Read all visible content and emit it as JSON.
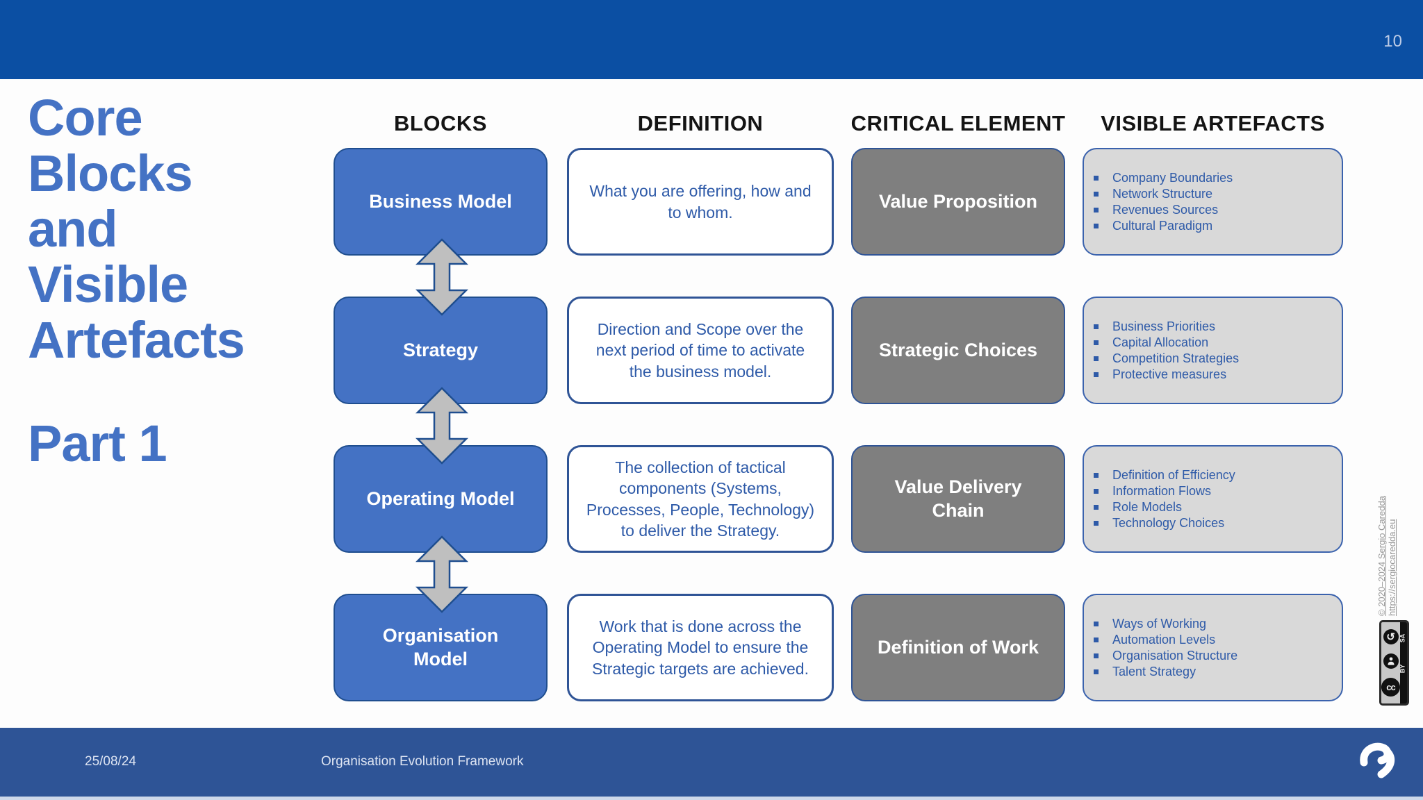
{
  "page_number": "10",
  "header": {
    "title_lines": [
      "Core",
      "Blocks",
      "and",
      "Visible",
      "Artefacts"
    ],
    "part": "Part 1"
  },
  "columns": {
    "blocks": "BLOCKS",
    "definition": "DEFINITION",
    "critical": "CRITICAL ELEMENT",
    "artefacts": "VISIBLE ARTEFACTS"
  },
  "rows": [
    {
      "block": "Business Model",
      "definition": "What you are offering, how and to whom.",
      "critical": "Value Proposition",
      "artefacts": [
        "Company Boundaries",
        "Network Structure",
        "Revenues Sources",
        "Cultural Paradigm"
      ]
    },
    {
      "block": "Strategy",
      "definition": "Direction and Scope over the next period of time to activate the business model.",
      "critical": "Strategic Choices",
      "artefacts": [
        "Business Priorities",
        "Capital Allocation",
        "Competition Strategies",
        "Protective measures"
      ]
    },
    {
      "block": "Operating Model",
      "definition": "The collection of tactical components (Systems, Processes, People, Technology) to deliver the Strategy.",
      "critical": "Value Delivery Chain",
      "artefacts": [
        "Definition of Efficiency",
        "Information Flows",
        "Role Models",
        "Technology Choices"
      ]
    },
    {
      "block": "Organisation Model",
      "definition": "Work that is done across the Operating Model to ensure the Strategic targets are achieved.",
      "critical": "Definition of Work",
      "artefacts": [
        "Ways of Working",
        "Automation Levels",
        "Organisation Structure",
        "Talent Strategy"
      ]
    }
  ],
  "sidebar": {
    "copyright": "© 2020–2024 Sergio Caredda",
    "url": "https://sergiocaredda.eu",
    "license": {
      "cc": "cc",
      "by": "BY",
      "sa": "SA"
    }
  },
  "footer": {
    "date": "25/08/24",
    "title": "Organisation Evolution Framework"
  },
  "colors": {
    "top_bar": "#0b4fa3",
    "footer_bar": "#2e5496",
    "accent_blue": "#4472c4",
    "box_border_blue": "#2f5496",
    "text_blue": "#2e5aa8",
    "critical_gray": "#7f7f7f",
    "artefact_gray": "#d9d9d9",
    "arrow_gray": "#bfbfbf"
  }
}
